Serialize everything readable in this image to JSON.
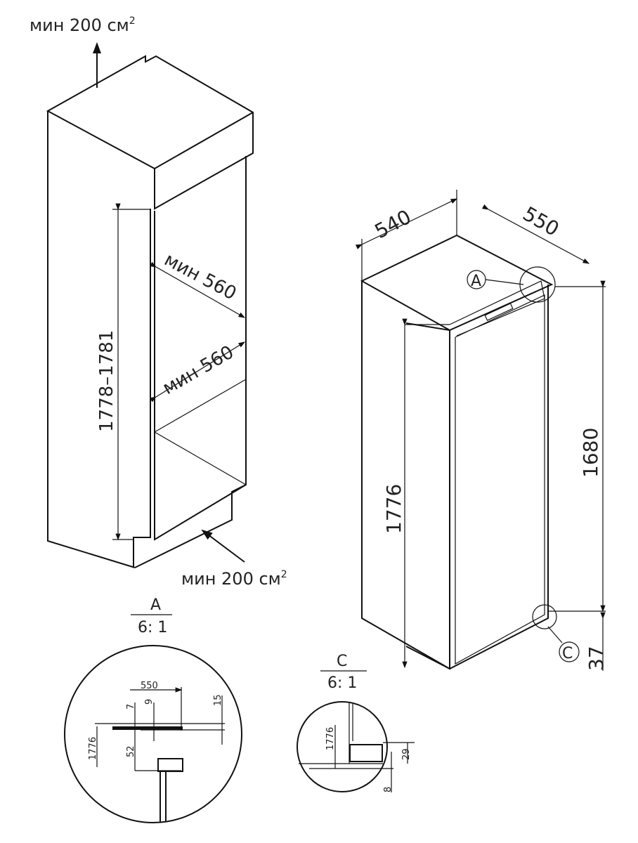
{
  "cabinet": {
    "vent_top": "мин 200 см",
    "vent_top_sup": "2",
    "vent_bottom": "мин 200 см",
    "vent_bottom_sup": "2",
    "niche_height": "1778–1781",
    "depth_1": "мин 560",
    "depth_2": "мин 560"
  },
  "appliance": {
    "width": "540",
    "depth": "550",
    "height": "1776",
    "hinge_height": "1680",
    "bottom_gap": "37",
    "callout_a": "A",
    "callout_c": "C"
  },
  "detail_a": {
    "name": "A",
    "scale": "6: 1",
    "dims": [
      "550",
      "7",
      "9",
      "15",
      "1776",
      "52"
    ]
  },
  "detail_c": {
    "name": "C",
    "scale": "6: 1",
    "dims": [
      "1776",
      "29",
      "8"
    ]
  }
}
